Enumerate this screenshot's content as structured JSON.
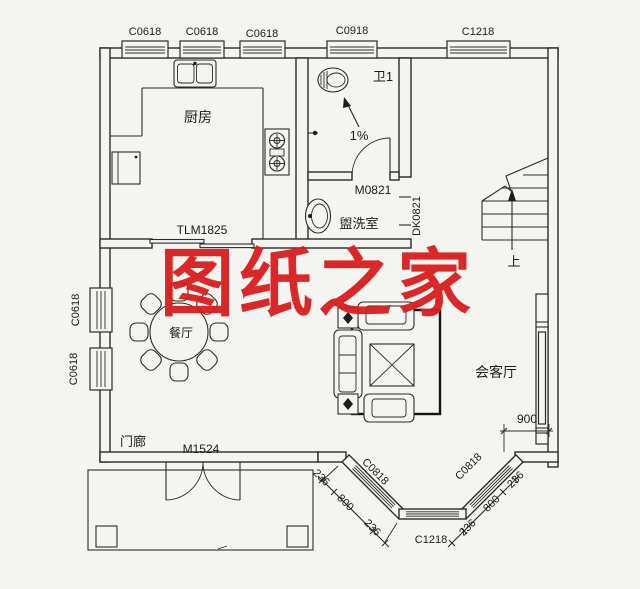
{
  "watermark": {
    "text": "图纸之家",
    "color": "#d91d1d"
  },
  "colors": {
    "background": "#f4f4f1",
    "line": "#2b2b2b"
  },
  "plan": {
    "windows_top": [
      "C0618",
      "C0618",
      "C0618",
      "C0918",
      "C1218"
    ],
    "windows_left": [
      "C0618",
      "C0618"
    ],
    "bay": {
      "left": "C0818",
      "center": "C1218",
      "right": "C0818"
    },
    "rooms": {
      "kitchen": "厨房",
      "bath": "卫1",
      "washroom": "盥洗室",
      "dining": "餐厅",
      "living": "会客厅",
      "porch": "门廊"
    },
    "doors": {
      "kitchen_sliding": "TLM1825",
      "bath_door": "M0821",
      "wash_opening": "DK0821",
      "entry_door": "M1524"
    },
    "stairs_up": "上",
    "slope": "1%",
    "dimensions": {
      "right_offset": "900",
      "bay_left": [
        "236",
        "800",
        "236"
      ],
      "bay_right": [
        "236",
        "800",
        "236"
      ]
    }
  }
}
